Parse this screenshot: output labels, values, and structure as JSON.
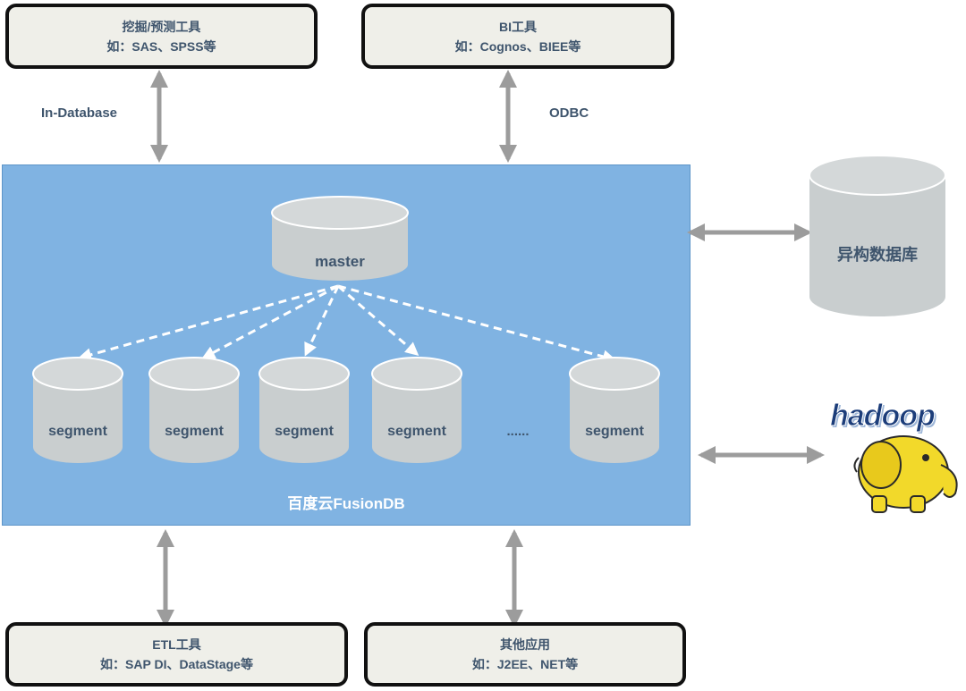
{
  "top_boxes": [
    {
      "title": "挖掘/预测工具",
      "subtitle": "如：SAS、SPSS等"
    },
    {
      "title": "BI工具",
      "subtitle": "如：Cognos、BIEE等"
    }
  ],
  "bottom_boxes": [
    {
      "title": "ETL工具",
      "subtitle": "如：SAP DI、DataStage等"
    },
    {
      "title": "其他应用",
      "subtitle": "如：J2EE、NET等"
    }
  ],
  "connection_labels": {
    "left": "In-Database",
    "right": "ODBC"
  },
  "fusion": {
    "title": "百度云FusionDB",
    "master": "master",
    "segments": [
      "segment",
      "segment",
      "segment",
      "segment",
      "segment"
    ],
    "ellipsis": "......"
  },
  "external": {
    "heterogeneous_db": "异构数据库",
    "hadoop_logo_text": "hadoop"
  },
  "colors": {
    "fusion_bg": "#80b3e2",
    "cylinder": "#c9cecf",
    "arrow": "#9c9c9c",
    "text": "#3f556d"
  }
}
